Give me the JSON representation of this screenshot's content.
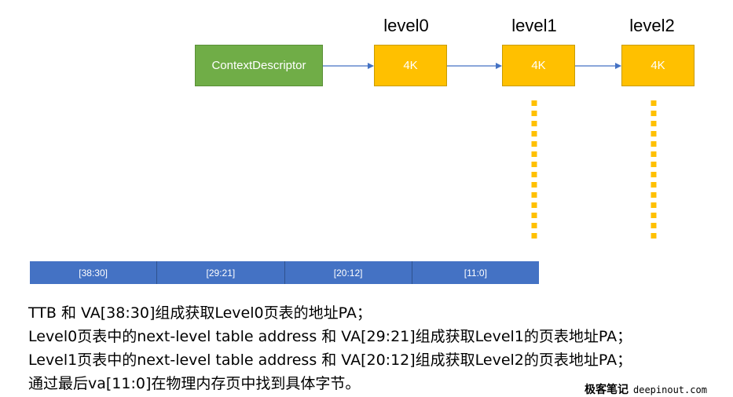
{
  "diagram": {
    "context_box": {
      "label": "ContextDescriptor",
      "color": "#70ad47"
    },
    "levels": [
      {
        "title": "level0",
        "box_label": "4K",
        "color": "#ffc000"
      },
      {
        "title": "level1",
        "box_label": "4K",
        "color": "#ffc000"
      },
      {
        "title": "level2",
        "box_label": "4K",
        "color": "#ffc000"
      }
    ],
    "arrow_color": "#4472c4",
    "dotted_line_color": "#ffc000",
    "va_segments": [
      "[38:30]",
      "[29:21]",
      "[20:12]",
      "[11:0]"
    ],
    "va_bar_color": "#4472c4"
  },
  "notes": [
    "TTB 和 VA[38:30]组成获取Level0页表的地址PA；",
    "Level0页表中的next-level table address 和 VA[29:21]组成获取Level1的页表地址PA；",
    "Level1页表中的next-level table address 和 VA[20:12]组成获取Level2的页表地址PA；",
    "通过最后va[11:0]在物理内存页中找到具体字节。"
  ],
  "watermark": {
    "chinese": "极客笔记",
    "site": "deepinout.com"
  }
}
